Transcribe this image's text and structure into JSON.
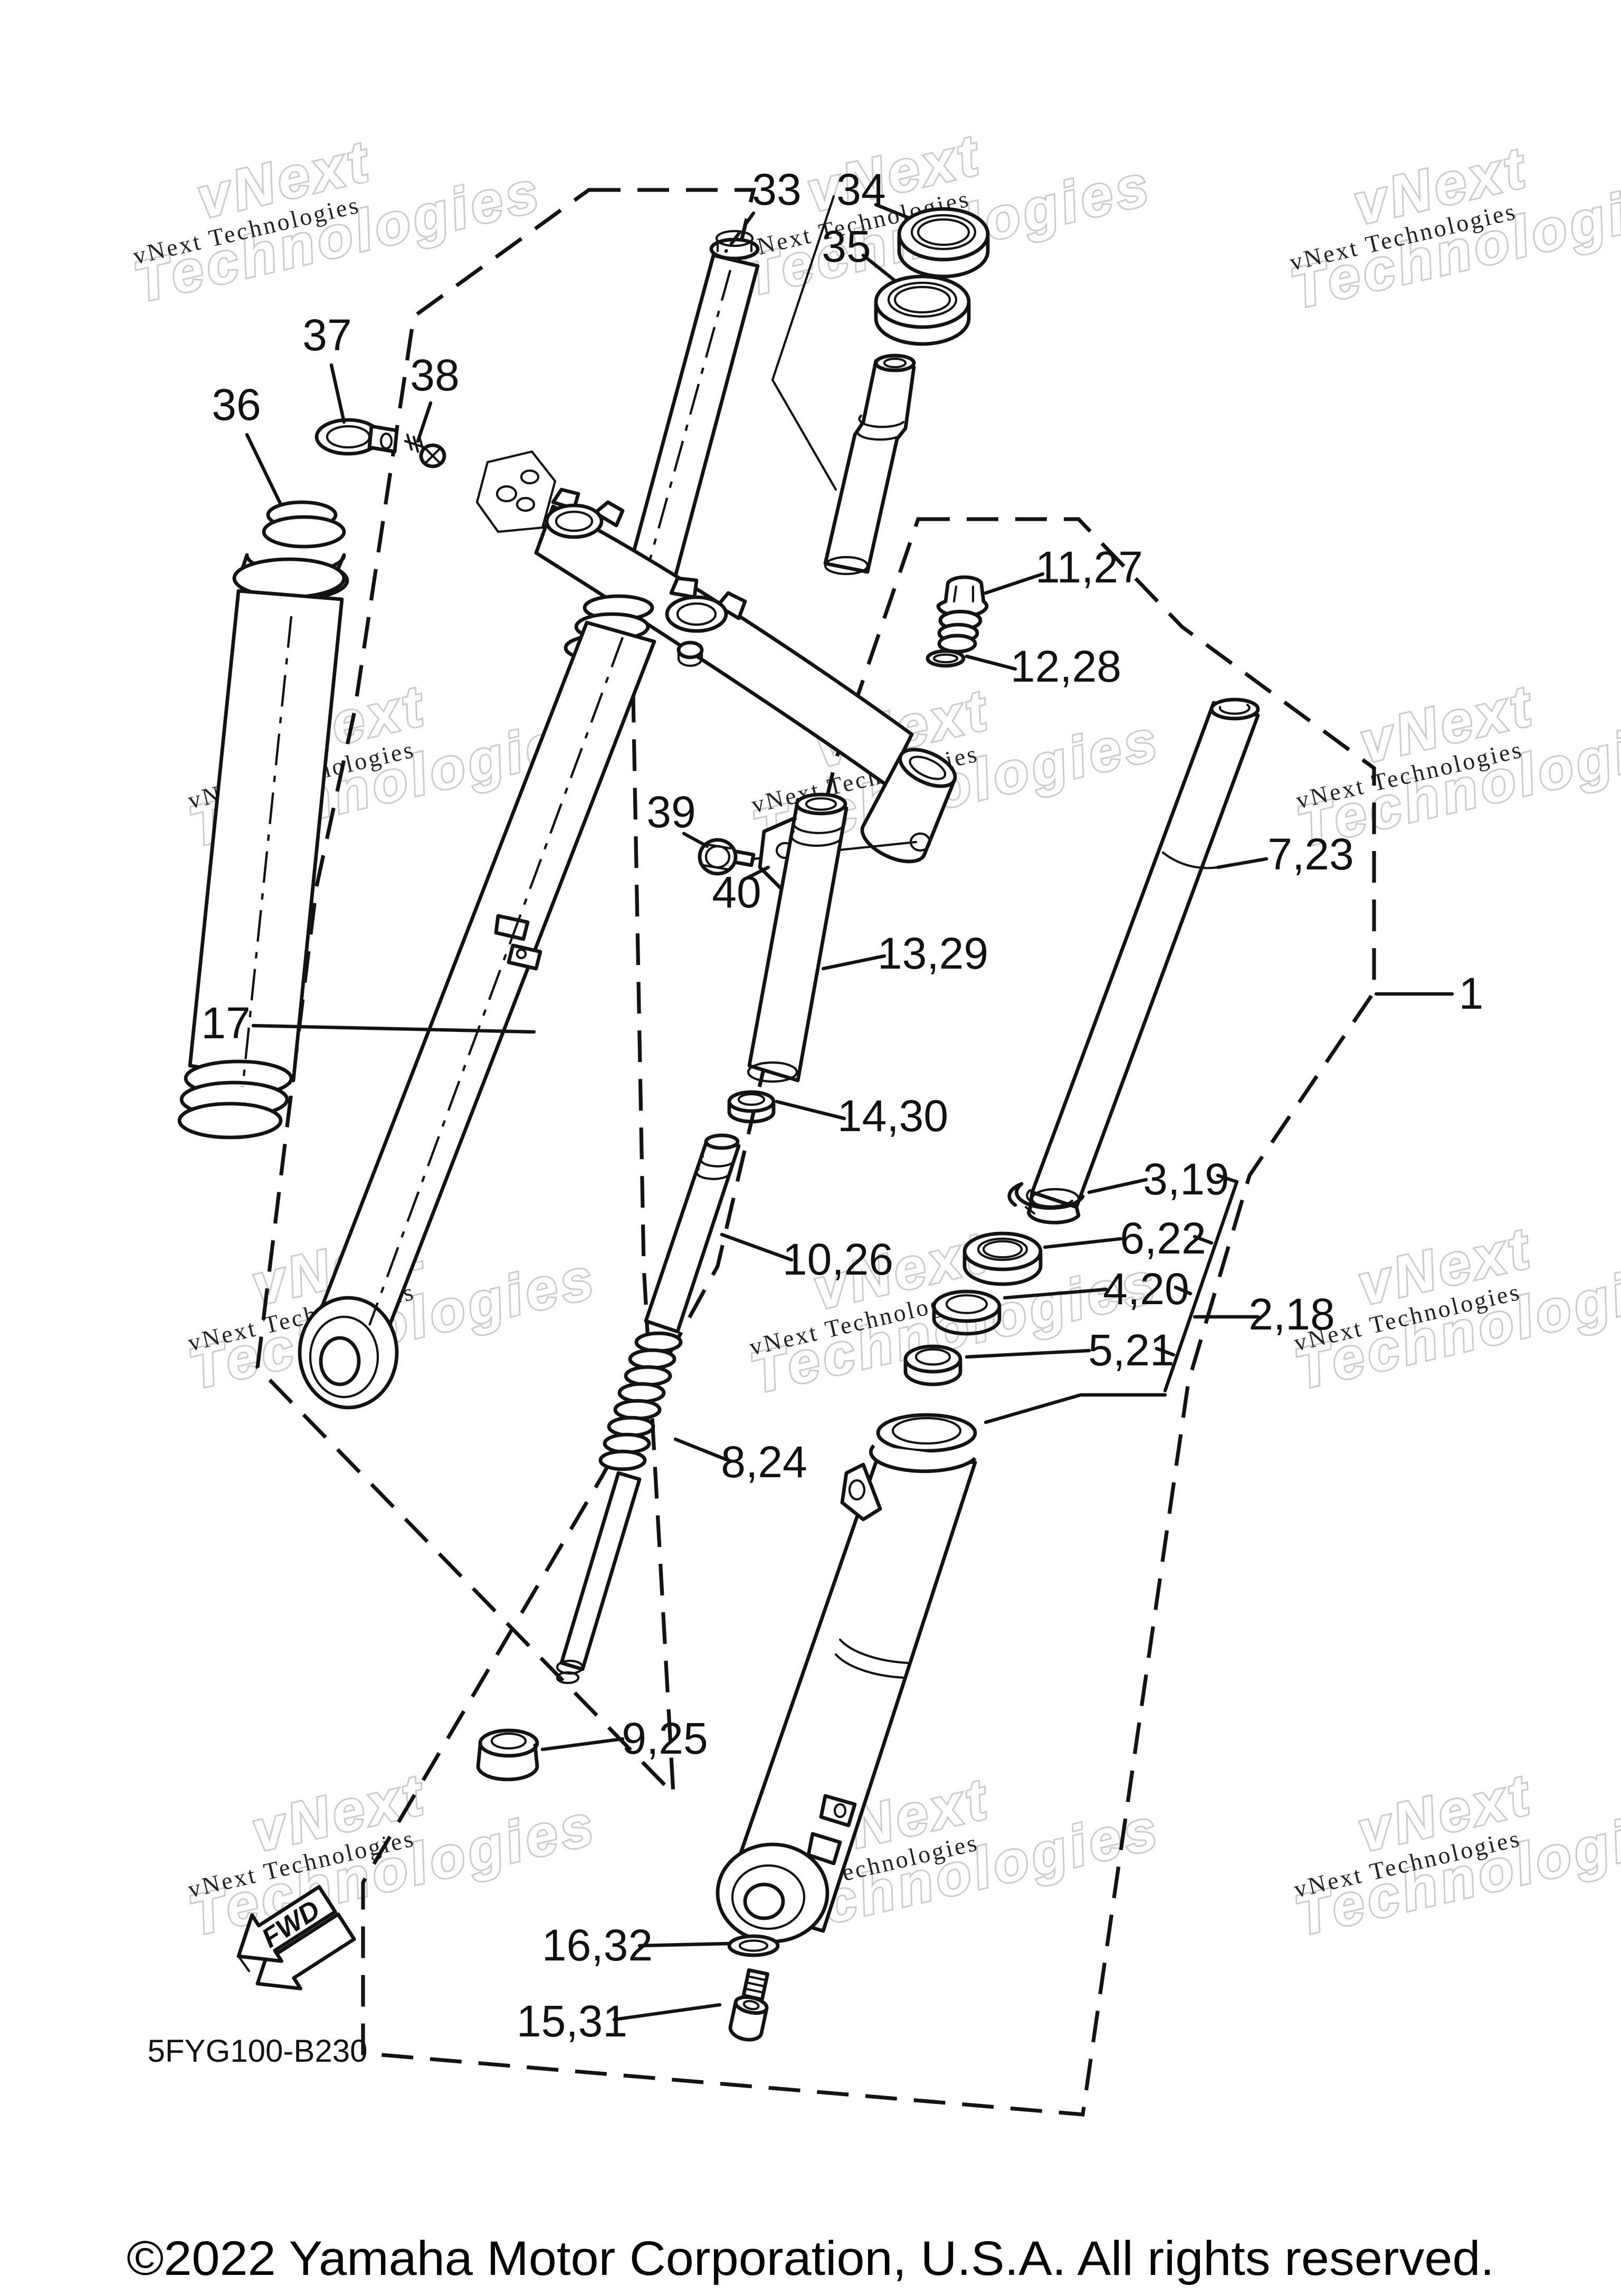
{
  "diagram": {
    "code": "5FYG100-B230",
    "fwd_label": "FWD",
    "copyright": "©2022 Yamaha Motor Corporation, U.S.A. All rights reserved.",
    "watermark": {
      "line1": "vNext",
      "line2": "Technologies",
      "full": "vNext Technologies"
    },
    "callouts": [
      {
        "text": "33"
      },
      {
        "text": "34"
      },
      {
        "text": "35"
      },
      {
        "text": "37"
      },
      {
        "text": "36"
      },
      {
        "text": "38"
      },
      {
        "text": "11,27"
      },
      {
        "text": "12,28"
      },
      {
        "text": "7,23"
      },
      {
        "text": "1"
      },
      {
        "text": "39"
      },
      {
        "text": "40"
      },
      {
        "text": "13,29"
      },
      {
        "text": "17"
      },
      {
        "text": "14,30"
      },
      {
        "text": "3,19"
      },
      {
        "text": "6,22"
      },
      {
        "text": "10,26"
      },
      {
        "text": "4,20"
      },
      {
        "text": "2,18"
      },
      {
        "text": "5,21"
      },
      {
        "text": "8,24"
      },
      {
        "text": "9,25"
      },
      {
        "text": "16,32"
      },
      {
        "text": "15,31"
      }
    ]
  }
}
